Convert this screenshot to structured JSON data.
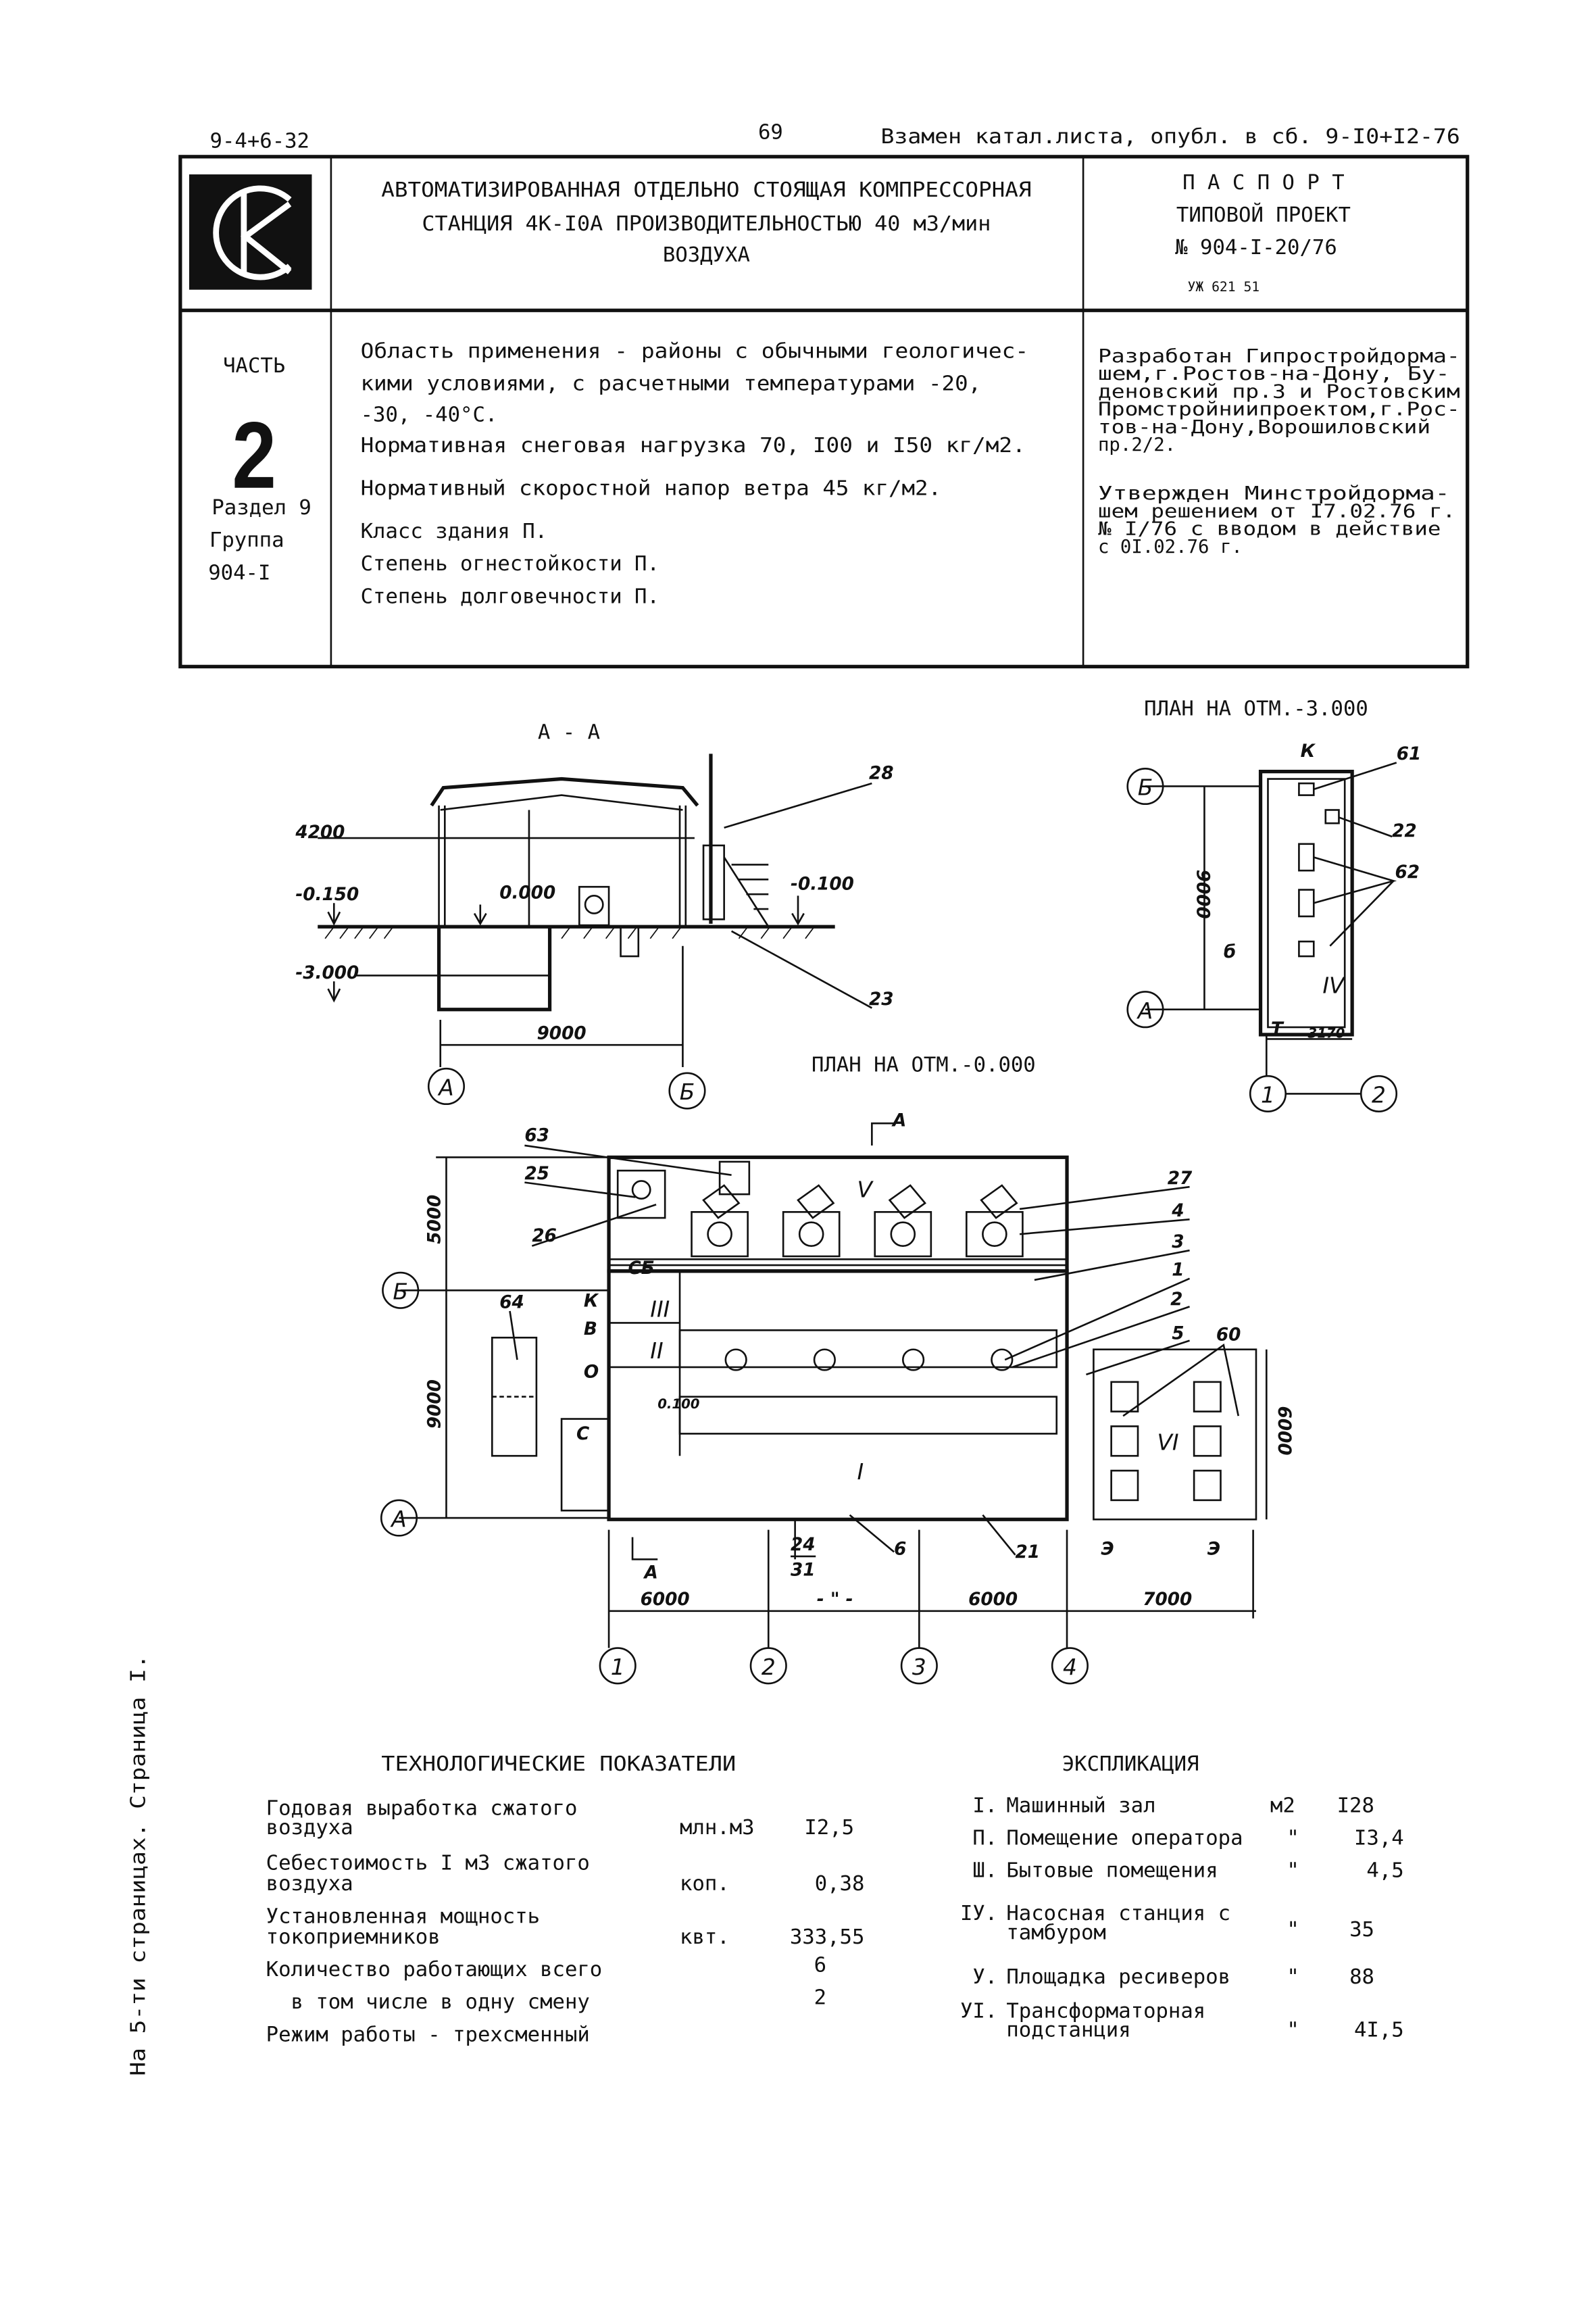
{
  "header": {
    "code": "9-4+6-32",
    "page_number": "69",
    "replaces": "Взамен катал.листа, опубл. в сб. 9-I0+I2-76"
  },
  "logo": {
    "letters": "СК"
  },
  "title": {
    "lines": [
      "АВТОМАТИЗИРОВАННАЯ ОТДЕЛЬНО СТОЯЩАЯ КОМПРЕССОРНАЯ",
      "СТАНЦИЯ 4К-I0А ПРОИЗВОДИТЕЛЬНОСТЬЮ 40 м3/мин",
      "ВОЗДУХА"
    ]
  },
  "passport": {
    "heading": "П А С П О Р Т",
    "type": "ТИПОВОЙ ПРОЕКТ",
    "number": "№ 904-I-20/76",
    "stamp": "УЖ 621 51"
  },
  "classification": {
    "part_label": "ЧАСТЬ",
    "part_number": "2",
    "section": "Раздел 9",
    "group_label": "Группа",
    "group": "904-I"
  },
  "description": {
    "lines": [
      "Область применения - районы с обычными геологичес-",
      "кими условиями, с расчетными температурами -20,",
      "-30, -40°С.",
      "Нормативная снеговая нагрузка 70, I00 и I50 кг/м2.",
      "Нормативный скоростной напор ветра 45 кг/м2.",
      "Класс здания П.",
      "Степень огнестойкости П.",
      "Степень долговечности П."
    ]
  },
  "developer": {
    "lines": [
      "Разработан Гипростройдорма-",
      "шем,г.Ростов-на-Дону, Бу-",
      "деновский пр.3 и Ростовским",
      "Промстройниипроектом,г.Рос-",
      "тов-на-Дону,Ворошиловский",
      "пр.2/2.",
      "  Утвержден Минстройдорма-",
      "шем решением от I7.02.76 г.",
      "№ I/76 с вводом в действие",
      "с 0I.02.76 г."
    ]
  },
  "drawings": {
    "section_title": "А - А",
    "plan_minus3_title": "ПЛАН НА ОТМ.-3.000",
    "plan_0_title": "ПЛАН НА ОТМ.-0.000",
    "elevations": [
      "4200",
      "-0.150",
      "-3.000",
      "0.000",
      "-0.100",
      "0.100"
    ],
    "dimensions": {
      "section_span": "9000",
      "plan3_height": "9000",
      "plan3_width": "3170",
      "d5000": "5000",
      "d9000": "9000",
      "d6000a": "6000",
      "ditto": "- \" -",
      "d6000b": "6000",
      "d7000": "7000",
      "d6000v": "6000"
    },
    "axes": {
      "A": "А",
      "B": "Б",
      "n1": "1",
      "n2": "2",
      "n3": "3",
      "n4": "4"
    },
    "callouts": {
      "c28": "28",
      "c23": "23",
      "c61": "61",
      "c22": "22",
      "c62": "62",
      "c63": "63",
      "c25": "25",
      "c26": "26",
      "c27": "27",
      "c4": "4",
      "c3": "3",
      "c1": "1",
      "c2": "2",
      "c5": "5",
      "c60": "60",
      "c64": "64",
      "c24": "24",
      "c31": "31",
      "c6": "6",
      "c21": "21"
    },
    "rooms": {
      "r1": "I",
      "r2": "II",
      "r3": "III",
      "r4": "IV",
      "r5": "V",
      "r6": "VI"
    },
    "marks": {
      "k": "К",
      "v": "В",
      "o": "О",
      "s": "С",
      "sb": "СБ",
      "e": "Э",
      "a": "А",
      "b": "б",
      "t": "Т"
    }
  },
  "tech_indicators": {
    "title": "ТЕХНОЛОГИЧЕСКИЕ ПОКАЗАТЕЛИ",
    "rows": [
      {
        "label1": "Годовая выработка сжатого",
        "label2": "воздуха",
        "unit": "млн.м3",
        "value": "I2,5"
      },
      {
        "label1": "Себестоимость I м3 сжатого",
        "label2": "воздуха",
        "unit": "коп.",
        "value": "0,38"
      },
      {
        "label1": "Установленная мощность",
        "label2": "токоприемников",
        "unit": "квт.",
        "value": "333,55"
      },
      {
        "label1": "Количество работающих всего",
        "label2": "",
        "unit": "",
        "value": "6"
      },
      {
        "label1": "  в том числе в одну смену",
        "label2": "",
        "unit": "",
        "value": "2"
      },
      {
        "label1": "Режим работы - трехсменный",
        "label2": "",
        "unit": "",
        "value": ""
      }
    ]
  },
  "explication": {
    "title": "ЭКСПЛИКАЦИЯ",
    "rows": [
      {
        "num": "I.",
        "name1": "Машинный зал",
        "name2": "",
        "unit": "м2",
        "value": "I28"
      },
      {
        "num": "П.",
        "name1": "Помещение оператора",
        "name2": "",
        "unit": "\"",
        "value": "I3,4"
      },
      {
        "num": "Ш.",
        "name1": "Бытовые помещения",
        "name2": "",
        "unit": "\"",
        "value": "4,5"
      },
      {
        "num": "IУ.",
        "name1": "Насосная станция с",
        "name2": "тамбуром",
        "unit": "\"",
        "value": "35"
      },
      {
        "num": "У.",
        "name1": "Площадка ресиверов",
        "name2": "",
        "unit": "\"",
        "value": "88"
      },
      {
        "num": "УI.",
        "name1": "Трансформаторная",
        "name2": "подстанция",
        "unit": "\"",
        "value": "4I,5"
      }
    ]
  },
  "side_note": "На 5-ти страницах. Страница I."
}
